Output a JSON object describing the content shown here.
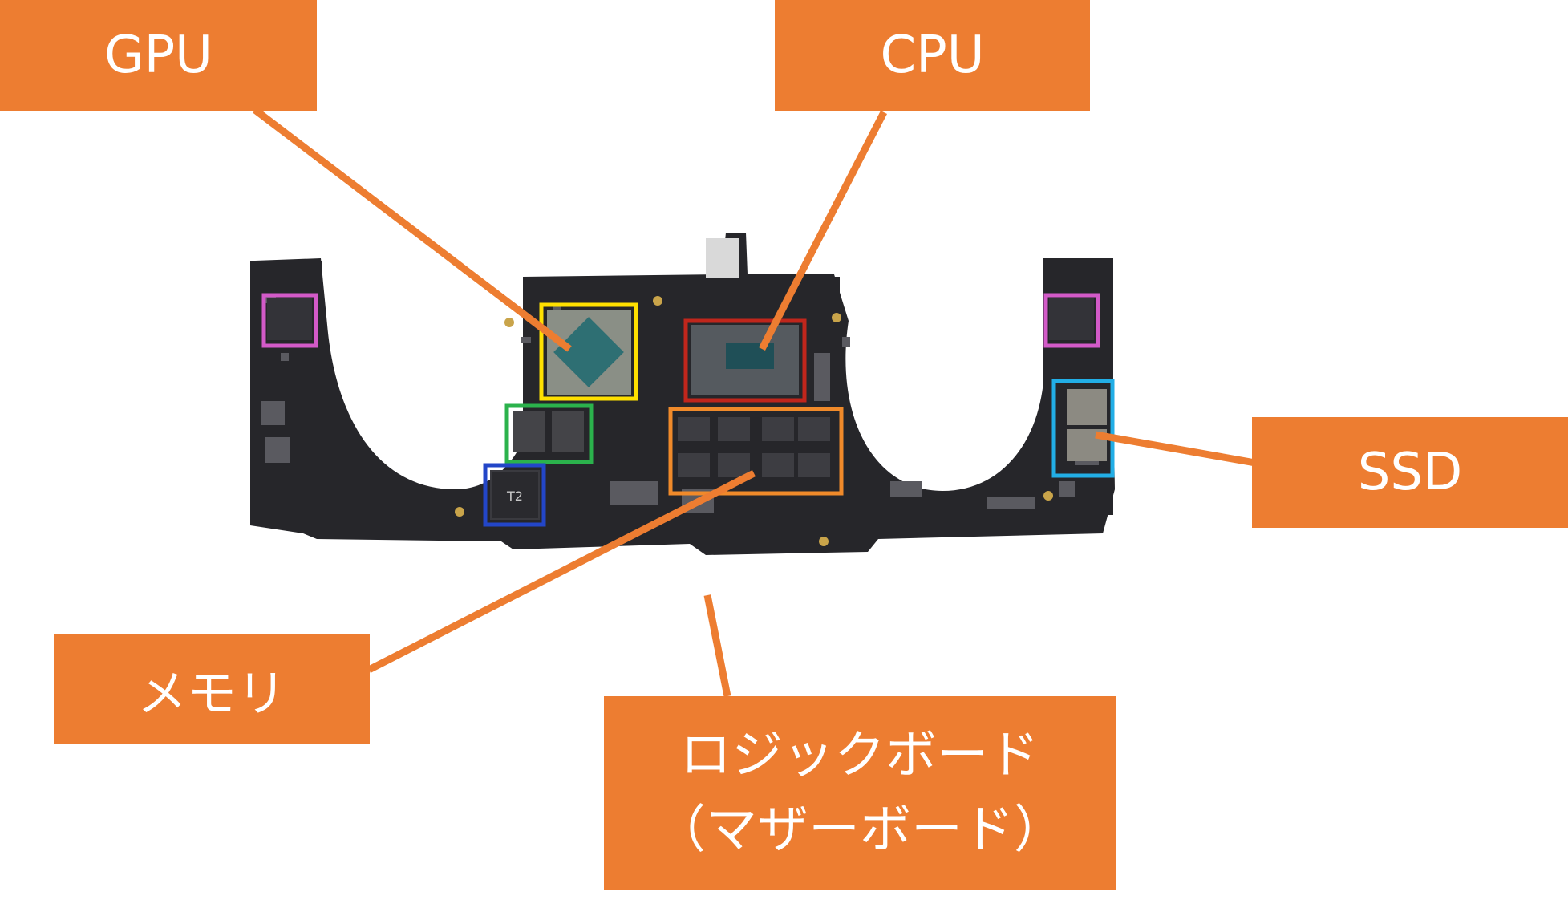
{
  "labels": {
    "gpu": "GPU",
    "cpu": "CPU",
    "ssd": "SSD",
    "memory": "メモリ",
    "logic_board_line1": "ロジックボード",
    "logic_board_line2": "（マザーボード）"
  },
  "chip_marks": {
    "t2": "T2"
  },
  "colors": {
    "label_fill": "#ED7D31",
    "label_text": "#FFFFFF",
    "leader_line": "#ED7D31",
    "board": "#26262A",
    "gpu_highlight": "#FFE000",
    "cpu_highlight": "#C0261C",
    "memory_highlight": "#F08A2A",
    "gpu_memory_highlight": "#2BB24C",
    "t2_highlight": "#2346C8",
    "ssd_highlight": "#22AEE6",
    "side_chip_highlight": "#D35AC8"
  }
}
